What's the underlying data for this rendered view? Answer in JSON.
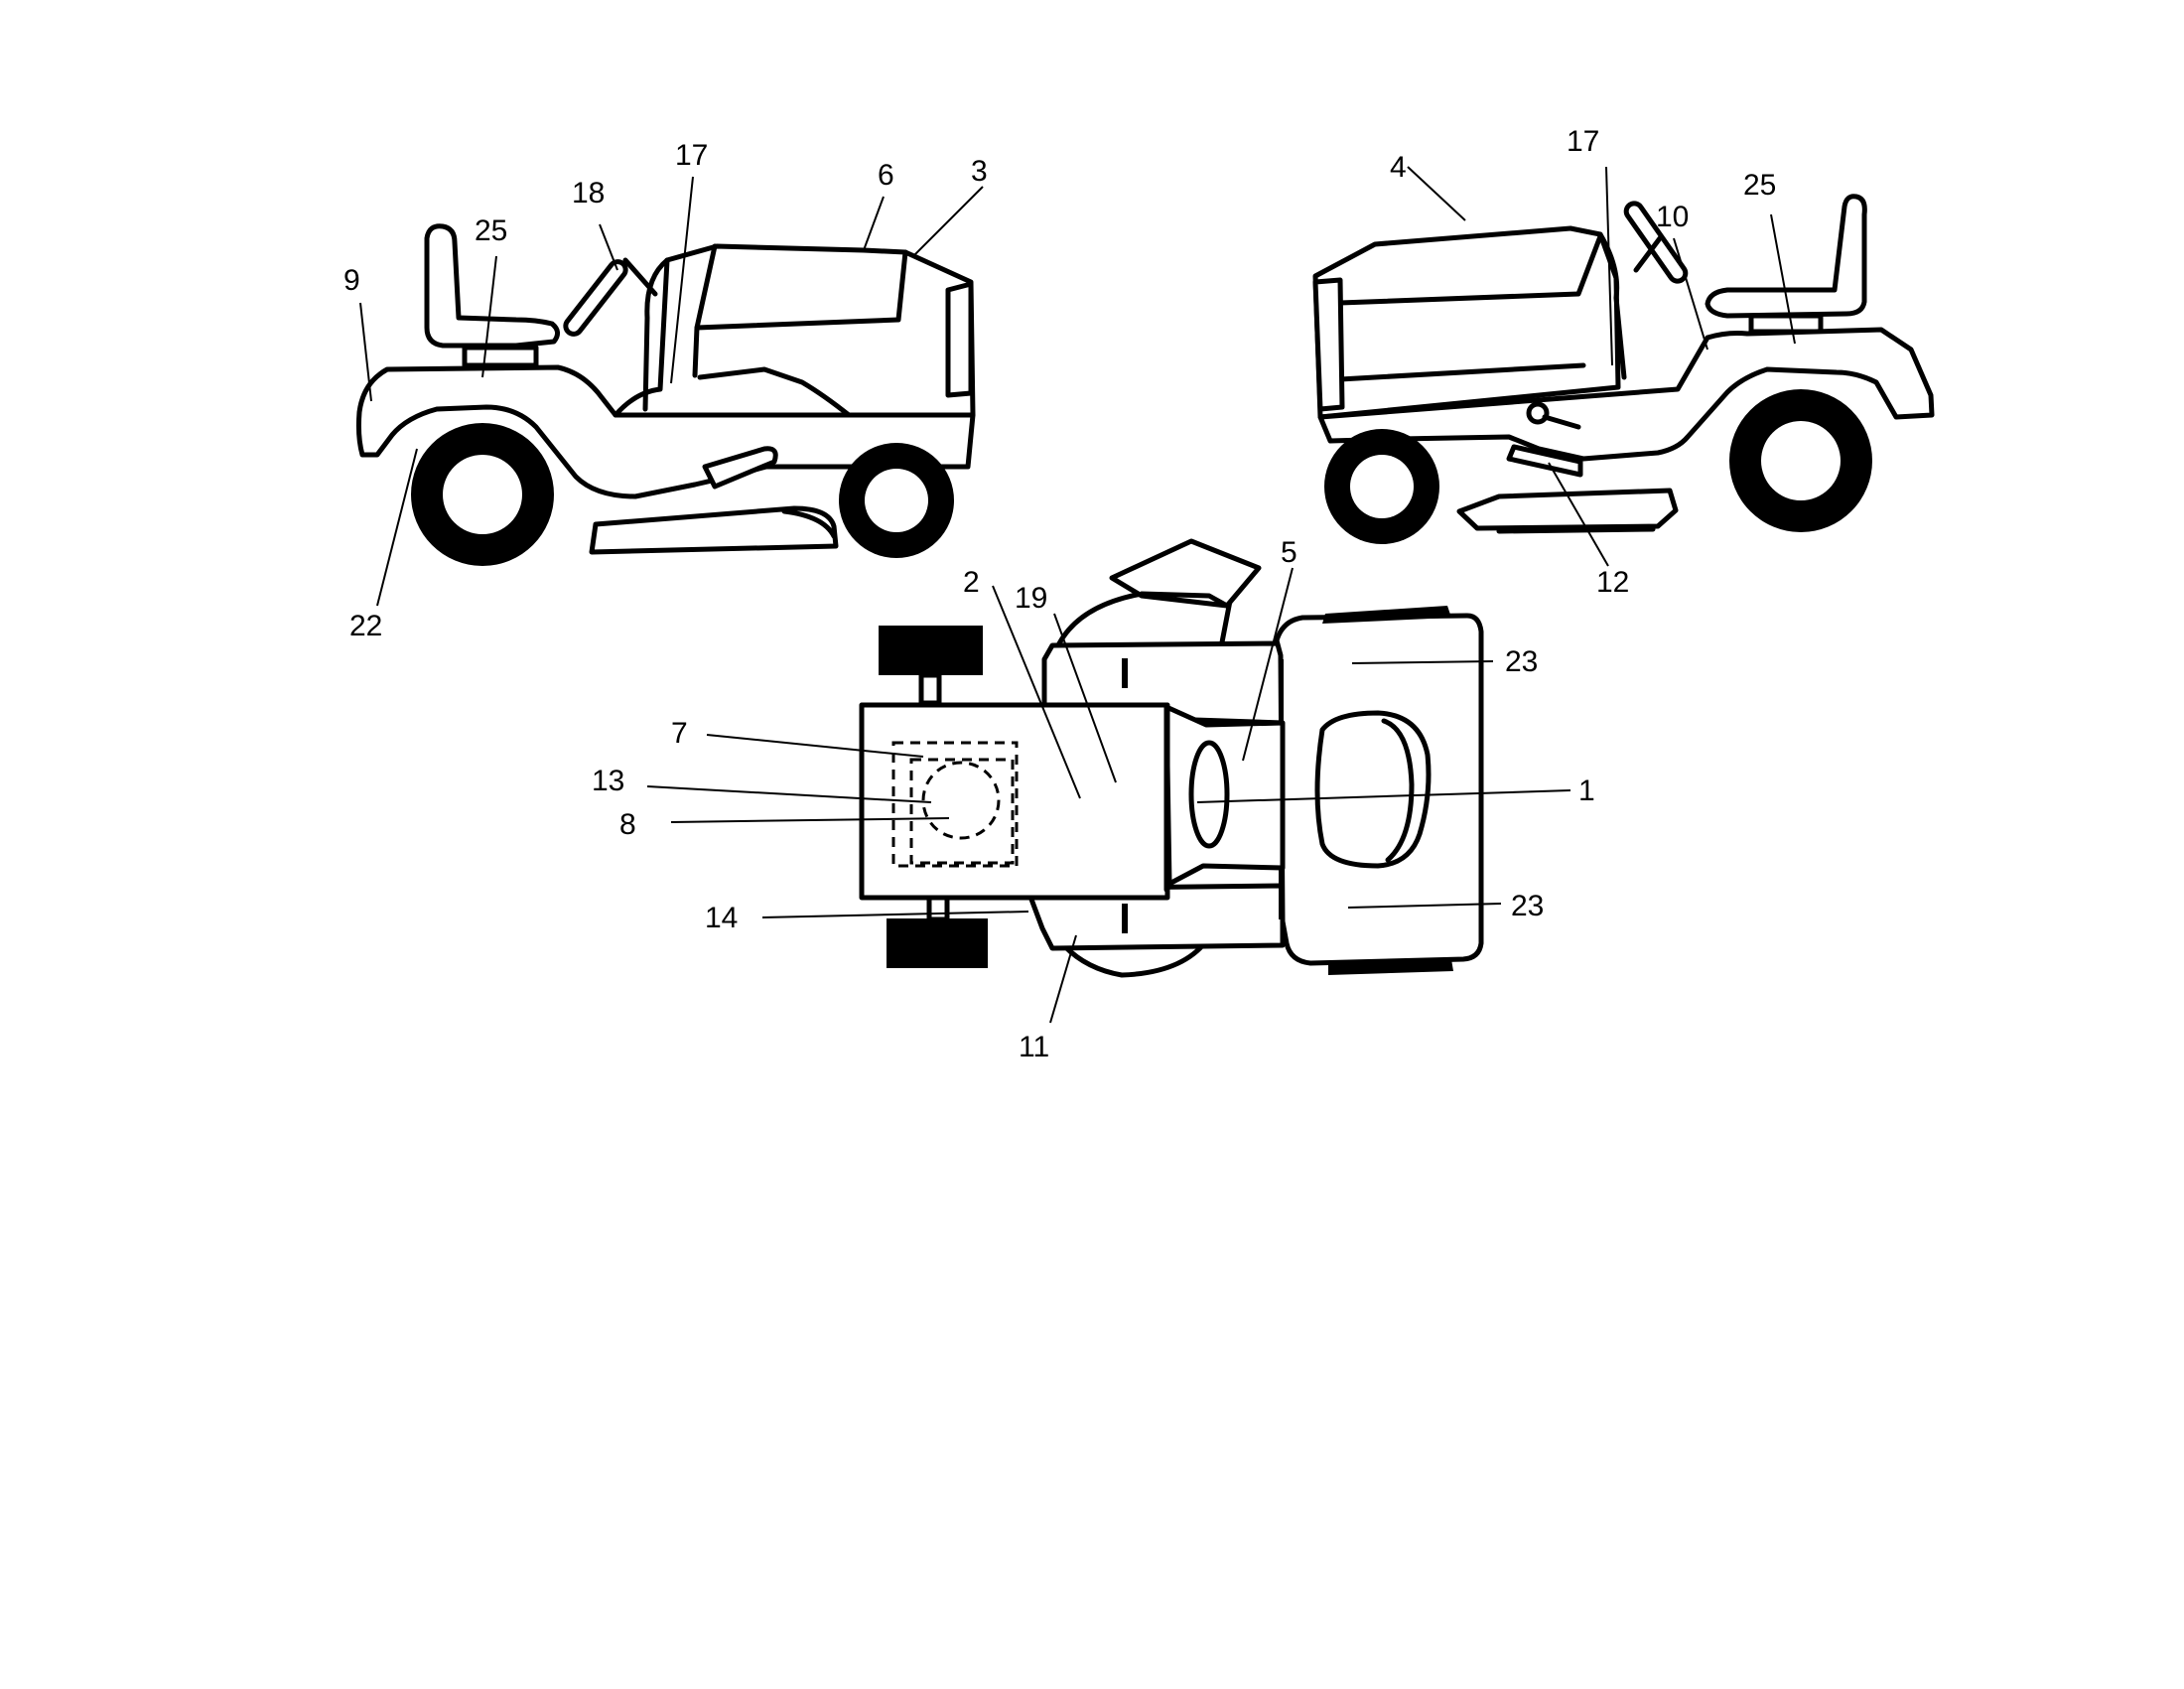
{
  "callouts": {
    "left_view": [
      "9",
      "25",
      "18",
      "17",
      "6",
      "3",
      "22"
    ],
    "right_view": [
      "4",
      "17",
      "10",
      "25",
      "12"
    ],
    "top_view": [
      "2",
      "19",
      "5",
      "23",
      "7",
      "13",
      "8",
      "1",
      "14",
      "23",
      "11"
    ]
  },
  "colors": {
    "line": "#000000",
    "background": "#ffffff"
  }
}
